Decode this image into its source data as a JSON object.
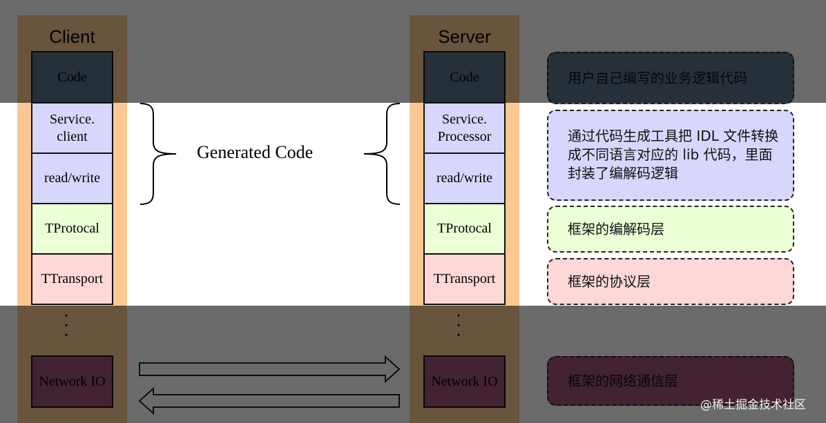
{
  "client": {
    "title": "Client",
    "layers": {
      "code": "Code",
      "service": "Service.\nclient",
      "readwrite": "read/write",
      "protocol": "TProtocal",
      "transport": "TTransport",
      "network": "Network IO"
    },
    "ellipsis": "·\n·\n·"
  },
  "server": {
    "title": "Server",
    "layers": {
      "code": "Code",
      "service": "Service.\nProcessor",
      "readwrite": "read/write",
      "protocol": "TProtocal",
      "transport": "TTransport",
      "network": "Network IO"
    },
    "ellipsis": "·\n·\n·"
  },
  "generated_code_label": "Generated Code",
  "descriptions": {
    "code": "用户自己编写的业务逻辑代码",
    "generated": "通过代码生成工具把 IDL 文件转换成不同语言对应的 lib 代码，里面封装了编解码逻辑",
    "protocol": "框架的编解码层",
    "transport": "框架的协议层",
    "network": "框架的网络通信层"
  },
  "watermark": "@稀土掘金技术社区",
  "colors": {
    "column_bg": "#fbc891",
    "code": "#5b7485",
    "service": "#d7d7fd",
    "protocol": "#ebfed5",
    "transport": "#fed7d7",
    "network": "#a0527c"
  }
}
